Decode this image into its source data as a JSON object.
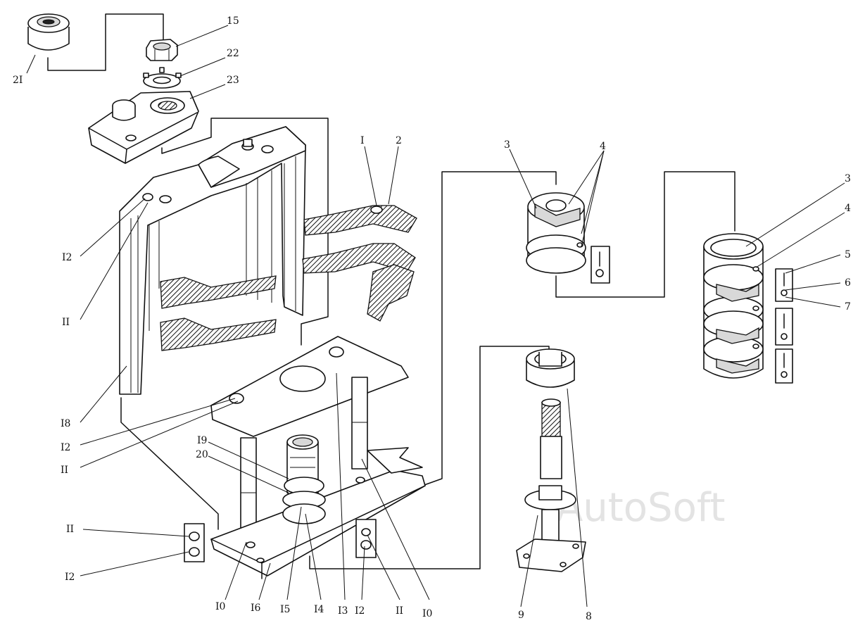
{
  "labels": {
    "p21": "2I",
    "p15": "15",
    "p22": "22",
    "p23": "23",
    "pI": "I",
    "p2": "2",
    "p3a": "3",
    "p4a": "4",
    "p3b": "3",
    "p4b": "4",
    "p5": "5",
    "p6": "6",
    "p7": "7",
    "p12a": "I2",
    "p11a": "II",
    "p18": "I8",
    "p12b": "I2",
    "p11b": "II",
    "p19": "I9",
    "p20": "20",
    "p11c": "II",
    "p12c": "I2",
    "p10a": "I0",
    "p16": "I6",
    "p15b": "I5",
    "p14": "I4",
    "p13": "I3",
    "p12d": "I2",
    "p11d": "II",
    "p10b": "I0",
    "p9": "9",
    "p8": "8"
  },
  "watermark": "AutoSoft",
  "colors": {
    "ink": "#111111",
    "paper": "#ffffff",
    "watermark": "#e3e3e3"
  }
}
